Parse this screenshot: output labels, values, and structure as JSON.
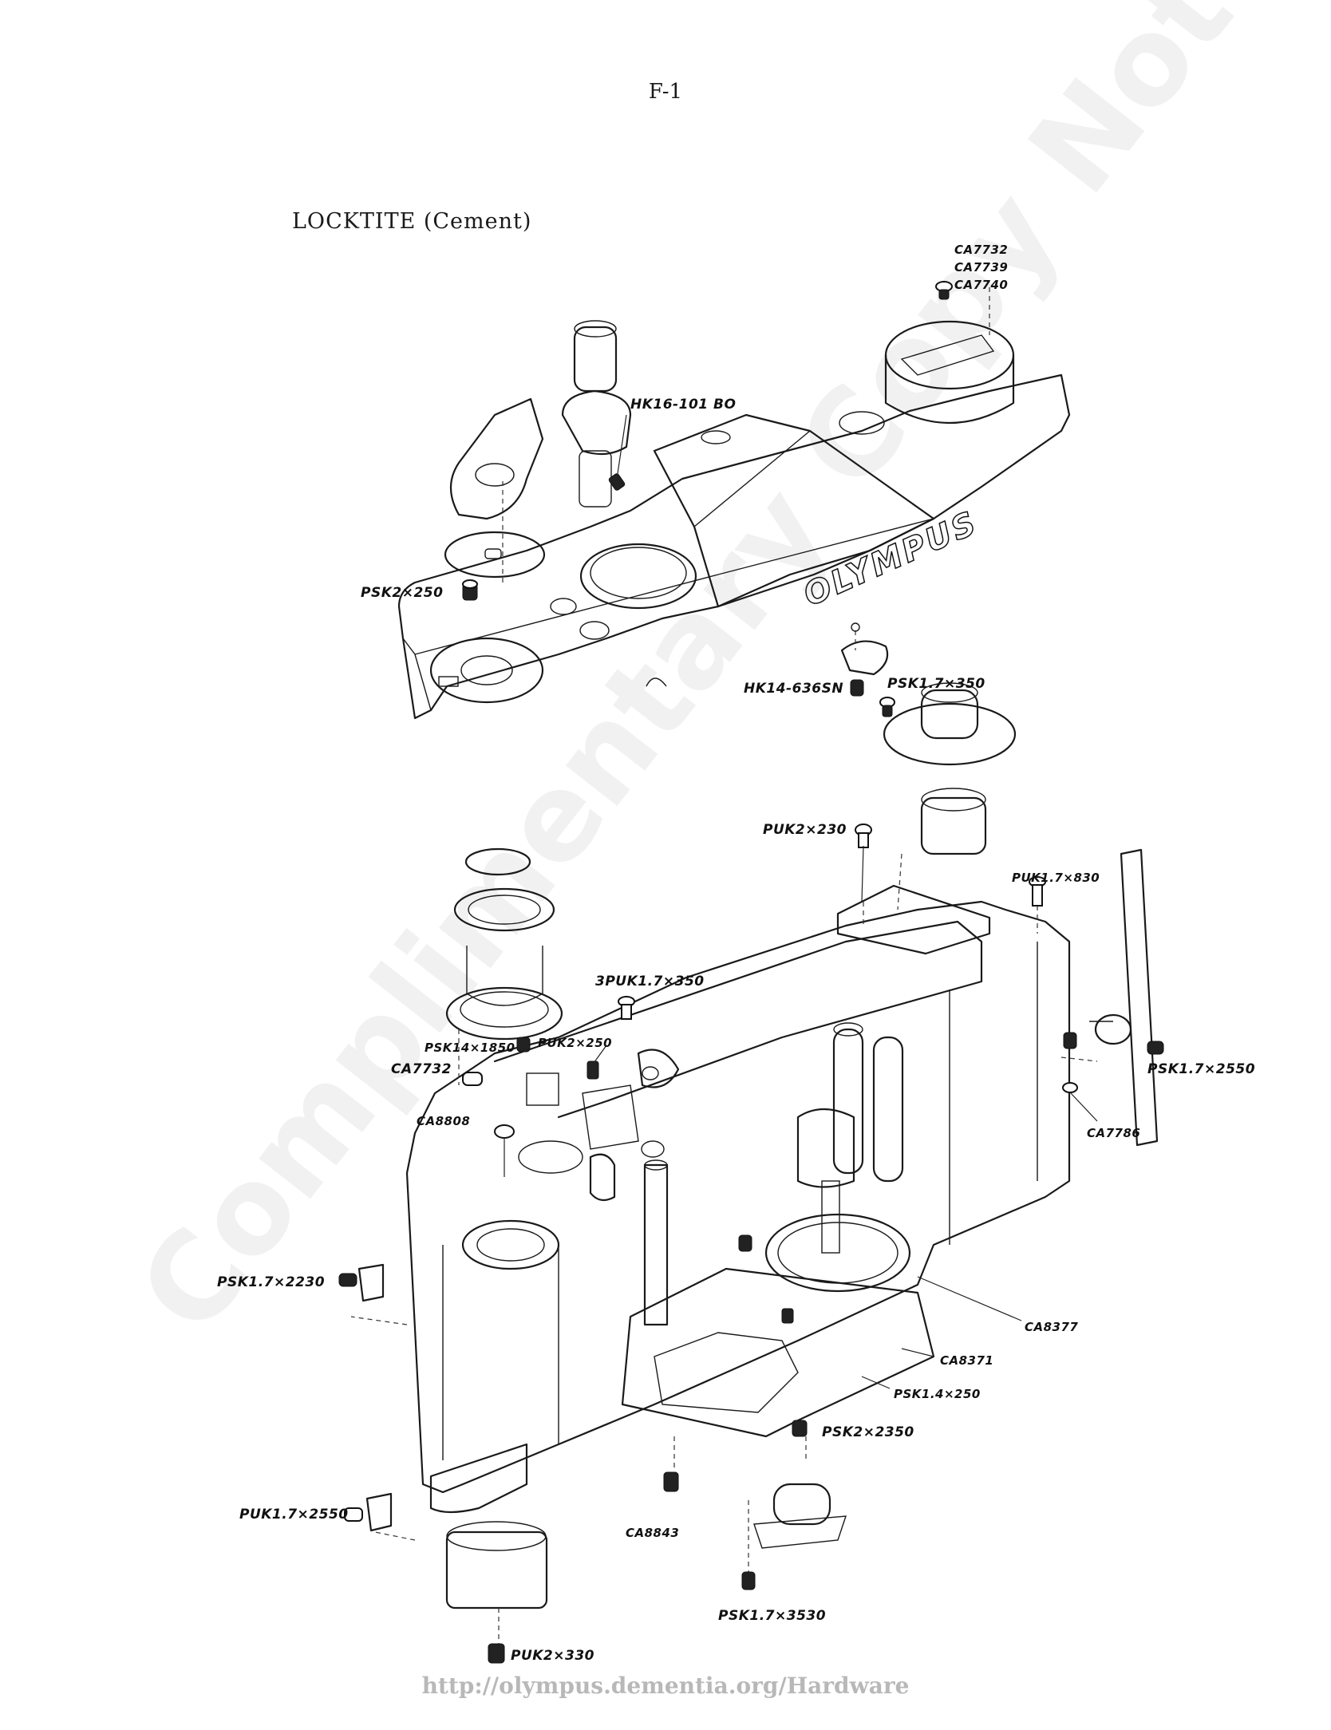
{
  "page_id": "F-1",
  "heading": "LOCKTITE  (Cement)",
  "watermark": "Complimentary Copy Not For Sale",
  "brand_mark": "OLYMPUS",
  "footer_url": "http://olympus.dementia.org/Hardware",
  "labels": {
    "ca7732_top": "CA7732",
    "ca7739": "CA7739",
    "ca7740": "CA7740",
    "hk16": "HK16-101 BO",
    "psk2_250": "PSK2×250",
    "hk14": "HK14-636SN",
    "psk17_350_top": "PSK1.7×350",
    "puk2_230": "PUK2×230",
    "puk17_830": "PUK1.7×830",
    "puk17_350": "3PUK1.7×350",
    "psk14_1850": "PSK14×1850",
    "puk2_250": "PUK2×250",
    "ca7732_left": "CA7732",
    "ca8808": "CA8808",
    "psk17_2550": "PSK1.7×2550",
    "ca7786": "CA7786",
    "psk17_2230": "PSK1.7×2230",
    "ca8377": "CA8377",
    "ca8371": "CA8371",
    "psk14_250": "PSK1.4×250",
    "psk2_2350": "PSK2×2350",
    "puk17_2550": "PUK1.7×2550",
    "ca8843": "CA8843",
    "psk17_3530": "PSK1.7×3530",
    "puk2_330": "PUK2×330"
  }
}
